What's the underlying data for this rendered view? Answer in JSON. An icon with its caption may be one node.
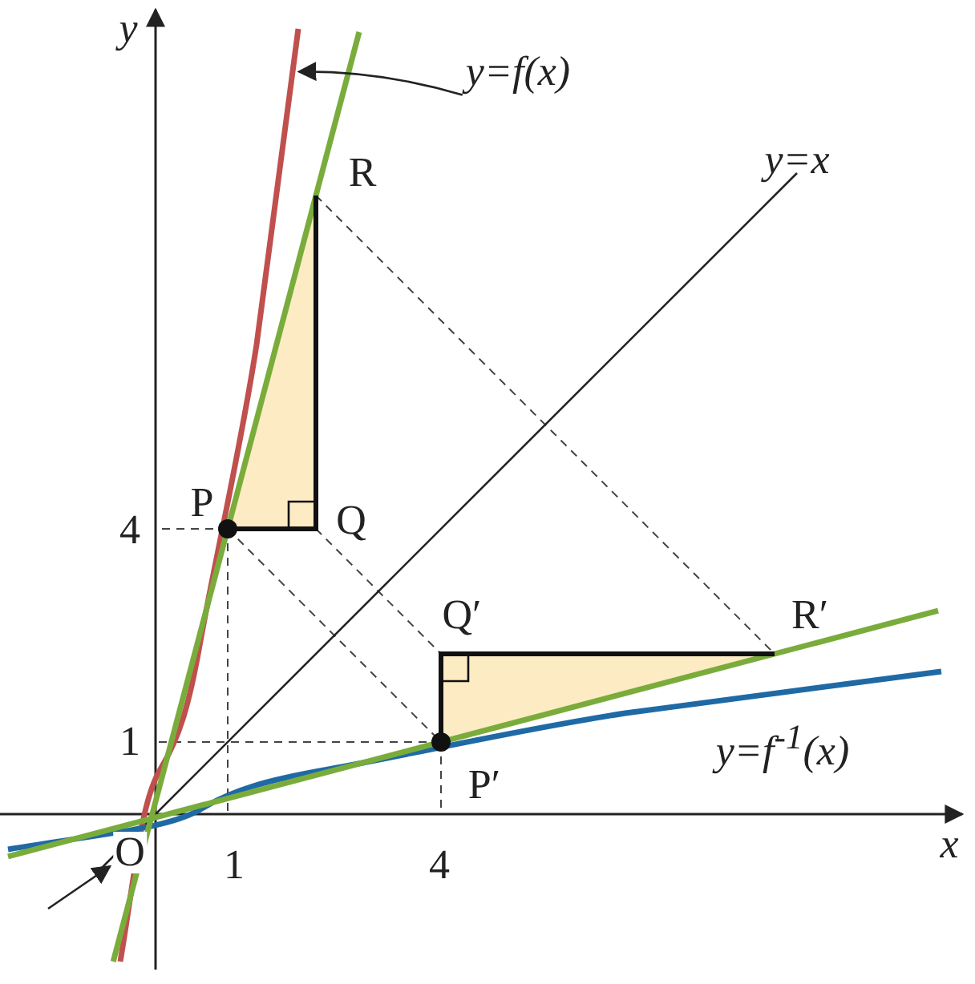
{
  "diagram": {
    "nodes": [
      {
        "text": [
          "y=f(x)"
        ]
      },
      {
        "text": [],
        "shape": "curve"
      },
      {
        "text": [
          "O"
        ]
      }
    ],
    "edges": [
      {
        "from": 0,
        "to": 1,
        "arrow": "to"
      },
      {
        "from": null,
        "to": 2,
        "arrow": "to"
      }
    ],
    "labels": [
      "y",
      "R",
      "y=x",
      "4",
      "P",
      "Q",
      "Q′",
      "R′",
      "1",
      "y=f$^{-1}$(x)",
      "P′",
      "x",
      "1",
      "4"
    ]
  }
}
